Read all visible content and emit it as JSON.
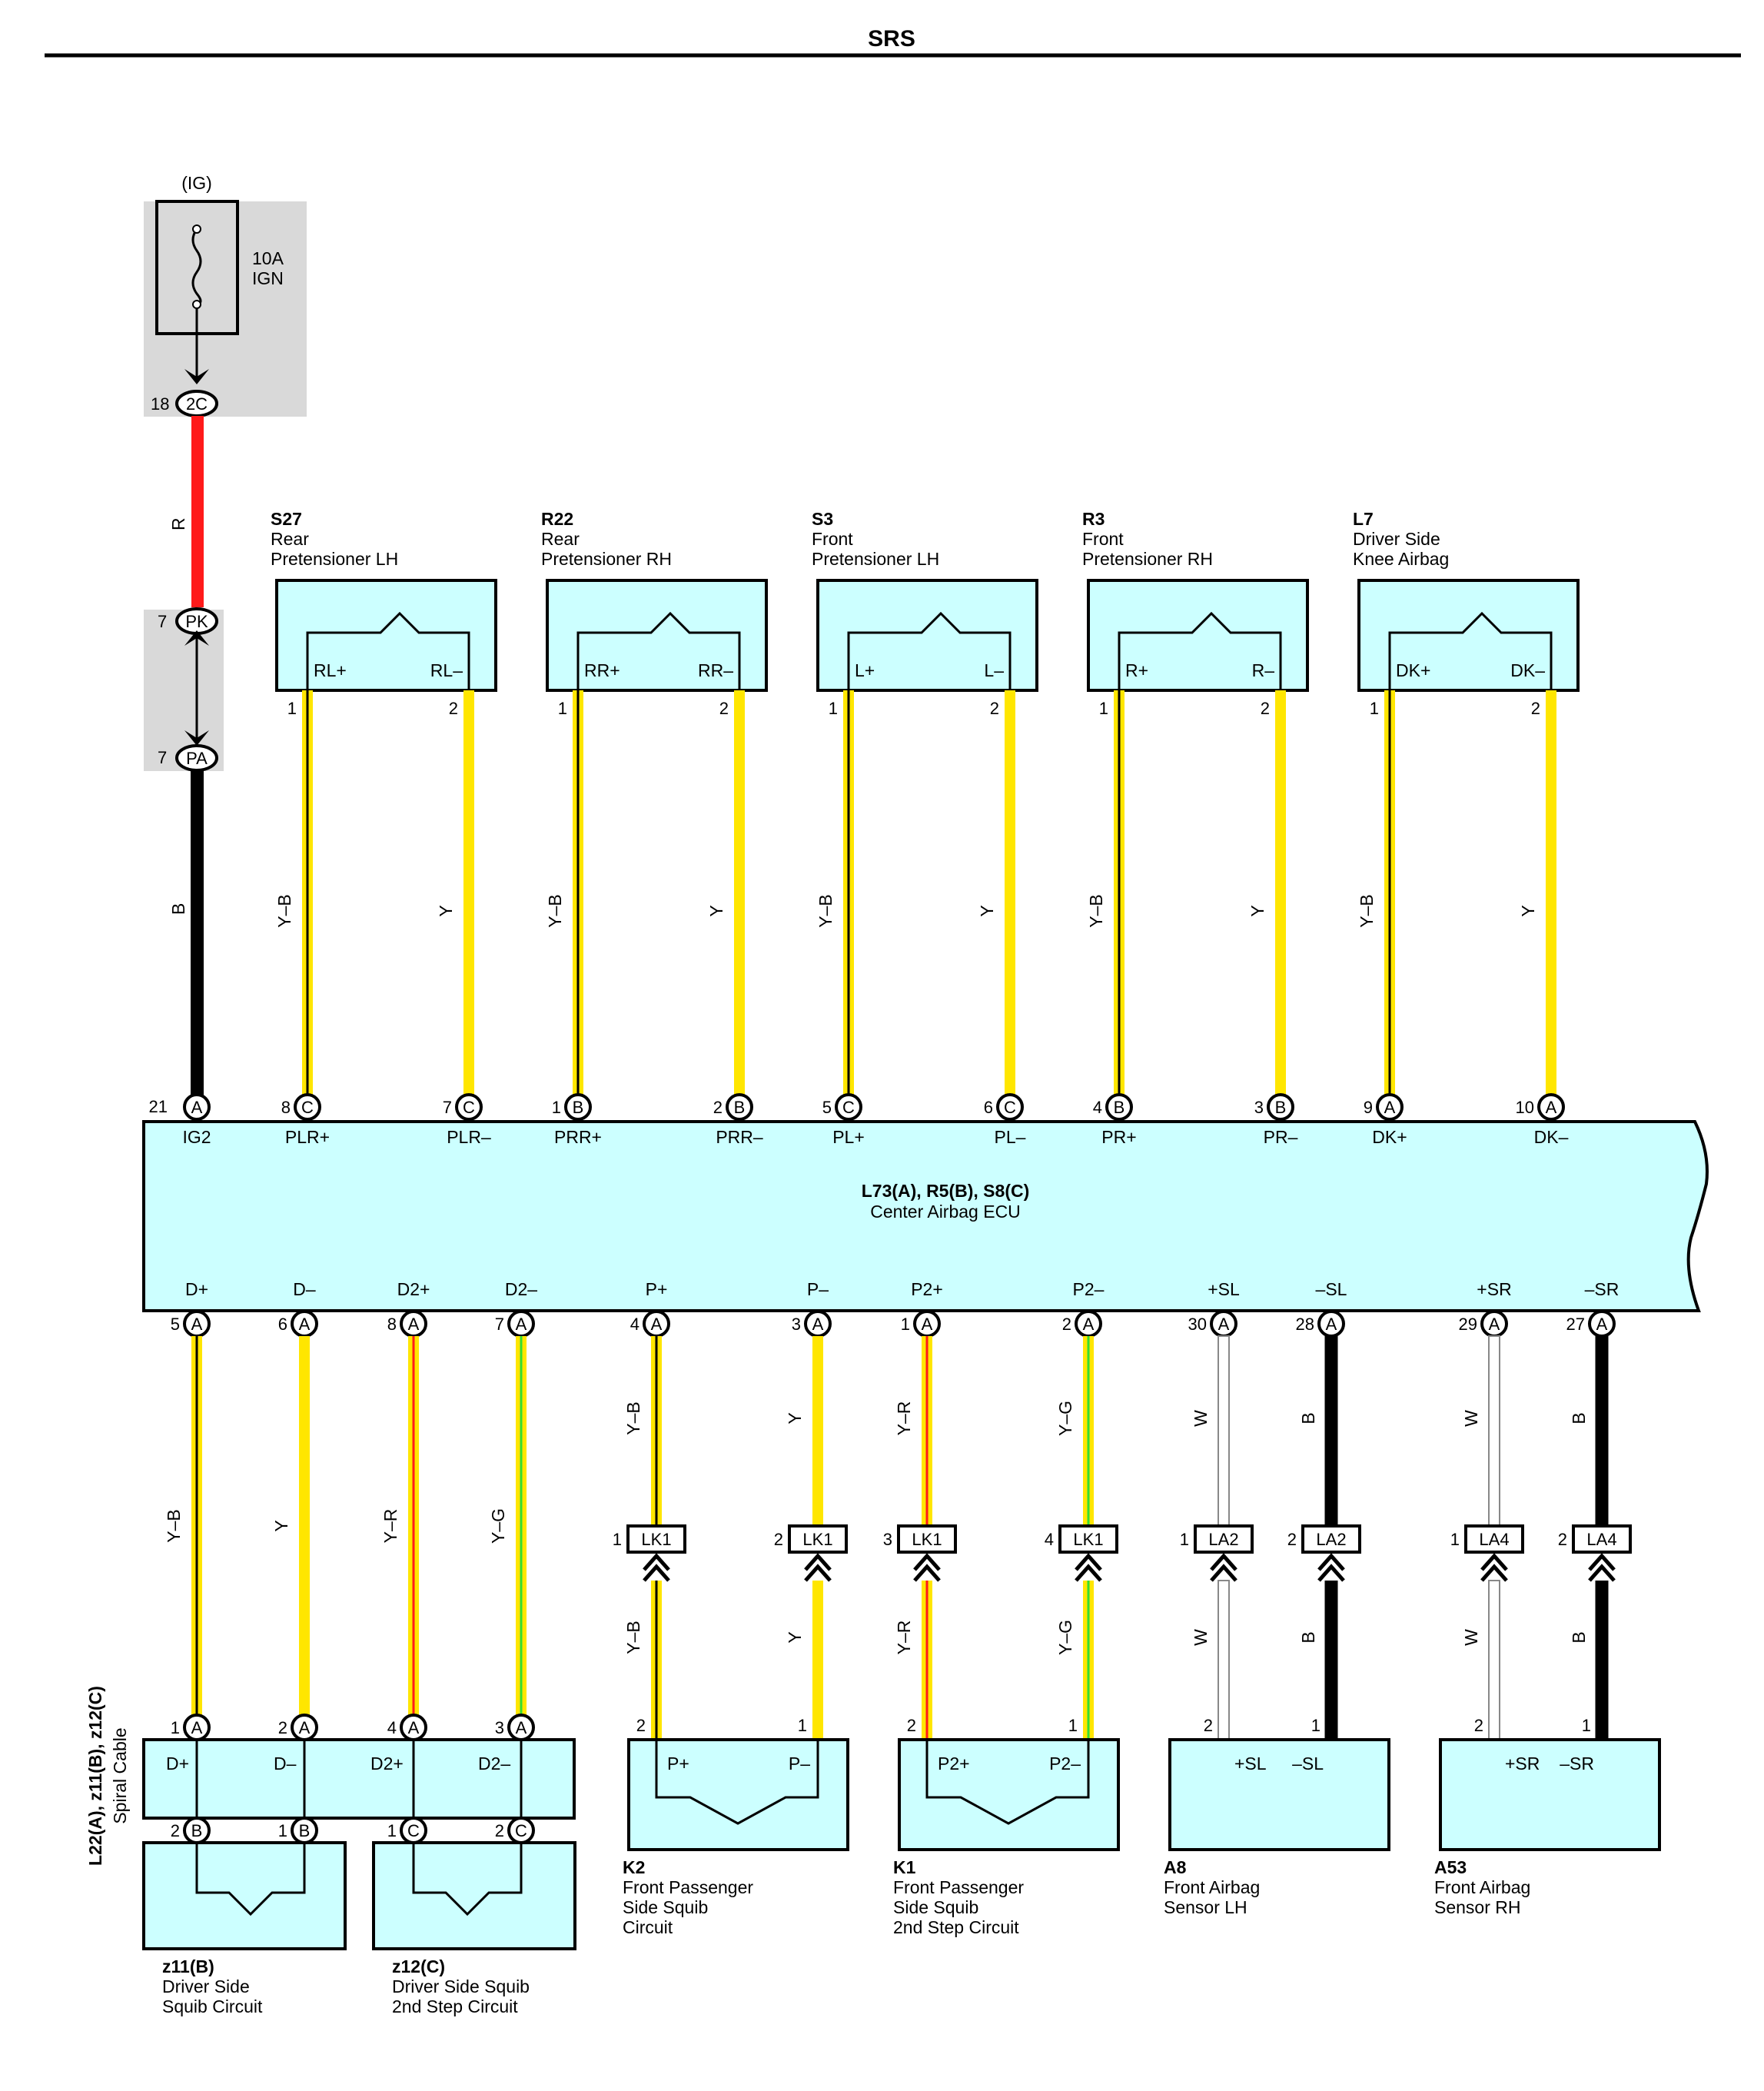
{
  "header": {
    "title": "SRS"
  },
  "colors": {
    "Y": "#ffe600",
    "B": "#000000",
    "R": "#ff1a1a",
    "G": "#33dd33",
    "W": "#ffffff",
    "component_fill": "#ccffff",
    "shade": "#d9d9d9"
  },
  "fuse": {
    "label_ig": "(IG)",
    "rating": "10A",
    "name": "IGN",
    "connector": "2C",
    "pin": "18"
  },
  "jc": {
    "top": {
      "code": "PK",
      "pin": "7"
    },
    "bottom": {
      "code": "PA",
      "pin": "7"
    }
  },
  "wire_colors": {
    "fuse_to_pk": "R",
    "pa_to_ecu": "B"
  },
  "ecu": {
    "code": "L73(A), R5(B), S8(C)",
    "name": "Center Airbag ECU",
    "ig_pin": {
      "num": "21",
      "conn": "A",
      "label": "IG2"
    },
    "top_pins": [
      {
        "num": "8",
        "conn": "C",
        "label": "PLR+"
      },
      {
        "num": "7",
        "conn": "C",
        "label": "PLR–"
      },
      {
        "num": "1",
        "conn": "B",
        "label": "PRR+"
      },
      {
        "num": "2",
        "conn": "B",
        "label": "PRR–"
      },
      {
        "num": "5",
        "conn": "C",
        "label": "PL+"
      },
      {
        "num": "6",
        "conn": "C",
        "label": "PL–"
      },
      {
        "num": "4",
        "conn": "B",
        "label": "PR+"
      },
      {
        "num": "3",
        "conn": "B",
        "label": "PR–"
      },
      {
        "num": "9",
        "conn": "A",
        "label": "DK+"
      },
      {
        "num": "10",
        "conn": "A",
        "label": "DK–"
      }
    ],
    "bottom_pins": [
      {
        "num": "5",
        "conn": "A",
        "label": "D+"
      },
      {
        "num": "6",
        "conn": "A",
        "label": "D–"
      },
      {
        "num": "8",
        "conn": "A",
        "label": "D2+"
      },
      {
        "num": "7",
        "conn": "A",
        "label": "D2–"
      },
      {
        "num": "4",
        "conn": "A",
        "label": "P+"
      },
      {
        "num": "3",
        "conn": "A",
        "label": "P–"
      },
      {
        "num": "1",
        "conn": "A",
        "label": "P2+"
      },
      {
        "num": "2",
        "conn": "A",
        "label": "P2–"
      },
      {
        "num": "30",
        "conn": "A",
        "label": "+SL"
      },
      {
        "num": "28",
        "conn": "A",
        "label": "–SL"
      },
      {
        "num": "29",
        "conn": "A",
        "label": "+SR"
      },
      {
        "num": "27",
        "conn": "A",
        "label": "–SR"
      }
    ]
  },
  "top_components": [
    {
      "code": "S27",
      "line1": "Rear",
      "line2": "Pretensioner LH",
      "pos": "RL+",
      "neg": "RL–",
      "pin_pos": "1",
      "pin_neg": "2",
      "wire_pos": "Y–B",
      "wire_neg": "Y"
    },
    {
      "code": "R22",
      "line1": "Rear",
      "line2": "Pretensioner RH",
      "pos": "RR+",
      "neg": "RR–",
      "pin_pos": "1",
      "pin_neg": "2",
      "wire_pos": "Y–B",
      "wire_neg": "Y"
    },
    {
      "code": "S3",
      "line1": "Front",
      "line2": "Pretensioner LH",
      "pos": "L+",
      "neg": "L–",
      "pin_pos": "1",
      "pin_neg": "2",
      "wire_pos": "Y–B",
      "wire_neg": "Y"
    },
    {
      "code": "R3",
      "line1": "Front",
      "line2": "Pretensioner RH",
      "pos": "R+",
      "neg": "R–",
      "pin_pos": "1",
      "pin_neg": "2",
      "wire_pos": "Y–B",
      "wire_neg": "Y"
    },
    {
      "code": "L7",
      "line1": "Driver Side",
      "line2": "Knee Airbag",
      "pos": "DK+",
      "neg": "DK–",
      "pin_pos": "1",
      "pin_neg": "2",
      "wire_pos": "Y–B",
      "wire_neg": "Y"
    }
  ],
  "bottom_wires": {
    "upper": [
      "Y–B",
      "Y",
      "Y–R",
      "Y–G",
      "Y–B",
      "Y",
      "Y–R",
      "Y–G",
      "W",
      "B",
      "W",
      "B"
    ],
    "lower": [
      "Y–B",
      "Y",
      "Y–R",
      "Y–G",
      "W",
      "B",
      "W",
      "B"
    ]
  },
  "junctions": [
    {
      "pin": "1",
      "code": "LK1"
    },
    {
      "pin": "2",
      "code": "LK1"
    },
    {
      "pin": "3",
      "code": "LK1"
    },
    {
      "pin": "4",
      "code": "LK1"
    },
    {
      "pin": "1",
      "code": "LA2"
    },
    {
      "pin": "2",
      "code": "LA2"
    },
    {
      "pin": "1",
      "code": "LA4"
    },
    {
      "pin": "2",
      "code": "LA4"
    }
  ],
  "spiral": {
    "code": "L22(A), z11(B), z12(C)",
    "name": "Spiral Cable",
    "pins_top": [
      {
        "num": "1",
        "conn": "A",
        "label": "D+"
      },
      {
        "num": "2",
        "conn": "A",
        "label": "D–"
      },
      {
        "num": "4",
        "conn": "A",
        "label": "D2+"
      },
      {
        "num": "3",
        "conn": "A",
        "label": "D2–"
      }
    ],
    "pins_bottom": [
      {
        "num": "2",
        "conn": "B"
      },
      {
        "num": "1",
        "conn": "B"
      },
      {
        "num": "1",
        "conn": "C"
      },
      {
        "num": "2",
        "conn": "C"
      }
    ]
  },
  "bottom_components": [
    {
      "code": "K2",
      "line1": "Front Passenger",
      "line2": "Side Squib",
      "line3": "Circuit",
      "pos": "P+",
      "neg": "P–",
      "pin_pos": "2",
      "pin_neg": "1"
    },
    {
      "code": "K1",
      "line1": "Front Passenger",
      "line2": "Side Squib",
      "line3": "2nd Step Circuit",
      "pos": "P2+",
      "neg": "P2–",
      "pin_pos": "2",
      "pin_neg": "1"
    },
    {
      "code": "A8",
      "line1": "Front Airbag",
      "line2": "Sensor LH",
      "line3": "",
      "pos": "+SL",
      "neg": "–SL",
      "pin_pos": "2",
      "pin_neg": "1"
    },
    {
      "code": "A53",
      "line1": "Front Airbag",
      "line2": "Sensor RH",
      "line3": "",
      "pos": "+SR",
      "neg": "–SR",
      "pin_pos": "2",
      "pin_neg": "1"
    }
  ],
  "squibs": [
    {
      "code": "z11(B)",
      "line1": "Driver Side",
      "line2": "Squib Circuit"
    },
    {
      "code": "z12(C)",
      "line1": "Driver Side Squib",
      "line2": "2nd Step Circuit"
    }
  ]
}
